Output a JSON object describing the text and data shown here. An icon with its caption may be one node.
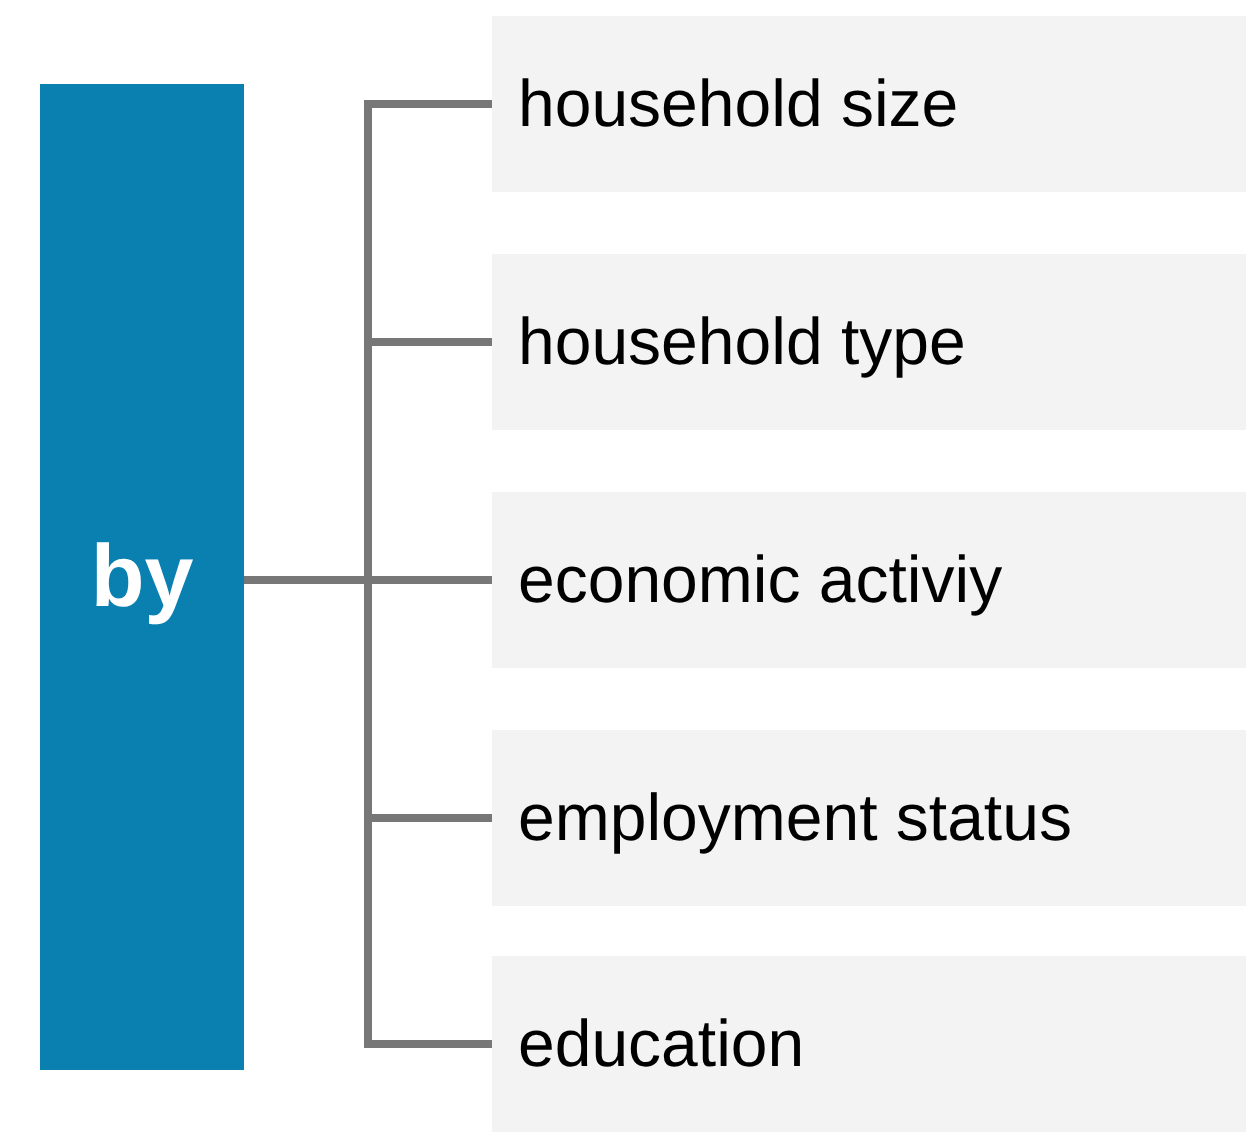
{
  "diagram": {
    "nodes": [
      {
        "text": [
          "by"
        ]
      },
      {
        "text": [
          "household size"
        ]
      },
      {
        "text": [
          "household type"
        ]
      },
      {
        "text": [
          "economic activiy"
        ]
      },
      {
        "text": [
          "employment status"
        ]
      },
      {
        "text": [
          "education"
        ]
      }
    ],
    "edges": [
      {
        "from": 0,
        "to": 1,
        "arrow": "none"
      },
      {
        "from": 0,
        "to": 2,
        "arrow": "none"
      },
      {
        "from": 0,
        "to": 3,
        "arrow": "none"
      },
      {
        "from": 0,
        "to": 4,
        "arrow": "none"
      },
      {
        "from": 0,
        "to": 5,
        "arrow": "none"
      }
    ]
  }
}
